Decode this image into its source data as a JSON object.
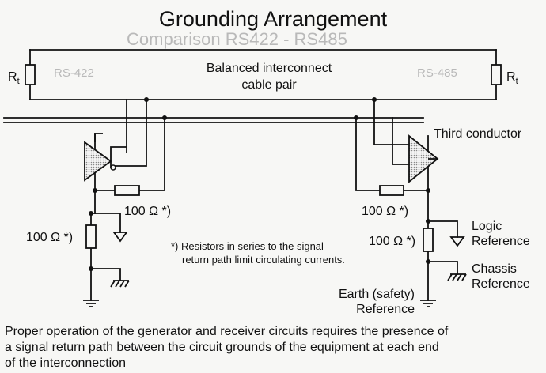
{
  "title": "Grounding Arrangement",
  "resistor_rt": {
    "base": "R",
    "subscript": "t"
  },
  "cable_label": [
    "Balanced interconnect",
    "cable pair"
  ],
  "third_conductor": "Third conductor",
  "resistor_100": "100 Ω *)",
  "note": [
    "*) Resistors in series to the signal",
    "return path limit circulating currents."
  ],
  "logic_reference": [
    "Logic",
    "Reference"
  ],
  "chassis_reference": [
    "Chassis",
    "Reference"
  ],
  "earth_reference": [
    "Earth (safety)",
    "Reference"
  ],
  "caption": [
    "Proper operation of the generator and receiver circuits requires the presence of",
    "a signal return path between the circuit grounds of the equipment at each end",
    "of the interconnection"
  ],
  "ghost_text": [
    "Comparison RS422 - RS485",
    "RS-422",
    "RS-485"
  ],
  "colors": {
    "ink": "#111111",
    "paper": "#f7f7f5",
    "ghost": "#b9b9b9",
    "shade": "#9a9a9a"
  }
}
